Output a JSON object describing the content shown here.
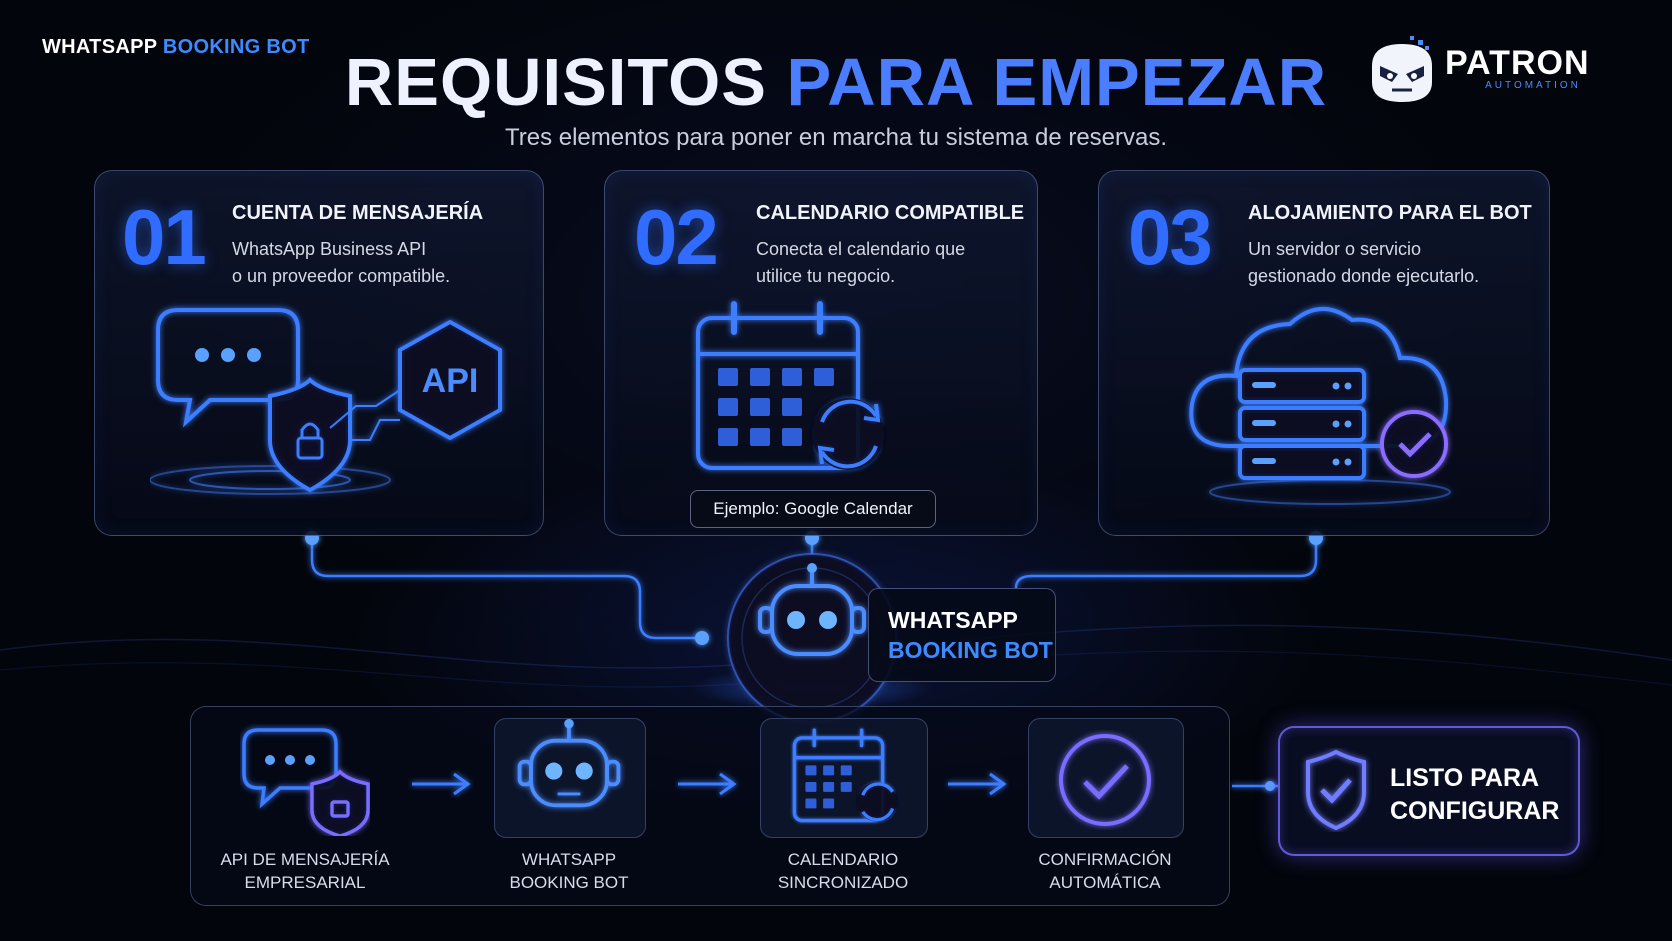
{
  "brand": {
    "prefix": "WHATSAPP",
    "accent": "BOOKING BOT"
  },
  "title": {
    "part1": "REQUISITOS",
    "part2": "PARA EMPEZAR"
  },
  "subtitle": "Tres elementos para poner en marcha tu sistema de reservas.",
  "logo": {
    "name": "PATRON",
    "tagline": "AUTOMATION",
    "icon": "robot-mascot-icon"
  },
  "cards": [
    {
      "number": "01",
      "title": "CUENTA DE MENSAJERÍA",
      "line1": "WhatsApp Business API",
      "line2": "o un proveedor compatible.",
      "badge": "API",
      "icon": "chat-shield-api-icon"
    },
    {
      "number": "02",
      "title": "CALENDARIO COMPATIBLE",
      "line1": "Conecta el calendario que",
      "line2": "utilice tu negocio.",
      "example": "Ejemplo: Google Calendar",
      "icon": "calendar-sync-icon"
    },
    {
      "number": "03",
      "title": "ALOJAMIENTO PARA EL BOT",
      "line1": "Un servidor o servicio",
      "line2": "gestionado donde ejecutarlo.",
      "icon": "cloud-server-icon"
    }
  ],
  "center_bot": {
    "line1": "WHATSAPP",
    "line2": "BOOKING BOT",
    "icon": "robot-icon"
  },
  "flow": [
    {
      "line1": "API DE MENSAJERÍA",
      "line2": "EMPRESARIAL",
      "icon": "chat-lock-icon"
    },
    {
      "line1": "WHATSAPP",
      "line2": "BOOKING BOT",
      "icon": "robot-icon"
    },
    {
      "line1": "CALENDARIO",
      "line2": "SINCRONIZADO",
      "icon": "calendar-sync-icon"
    },
    {
      "line1": "CONFIRMACIÓN",
      "line2": "AUTOMÁTICA",
      "icon": "check-circle-icon"
    }
  ],
  "ready": {
    "line1": "LISTO PARA",
    "line2": "CONFIGURAR",
    "icon": "shield-check-icon"
  },
  "colors": {
    "background": "#03050c",
    "accent_blue": "#3d8bff",
    "number_blue": "#2f6cff",
    "violet": "#7a6cff"
  }
}
